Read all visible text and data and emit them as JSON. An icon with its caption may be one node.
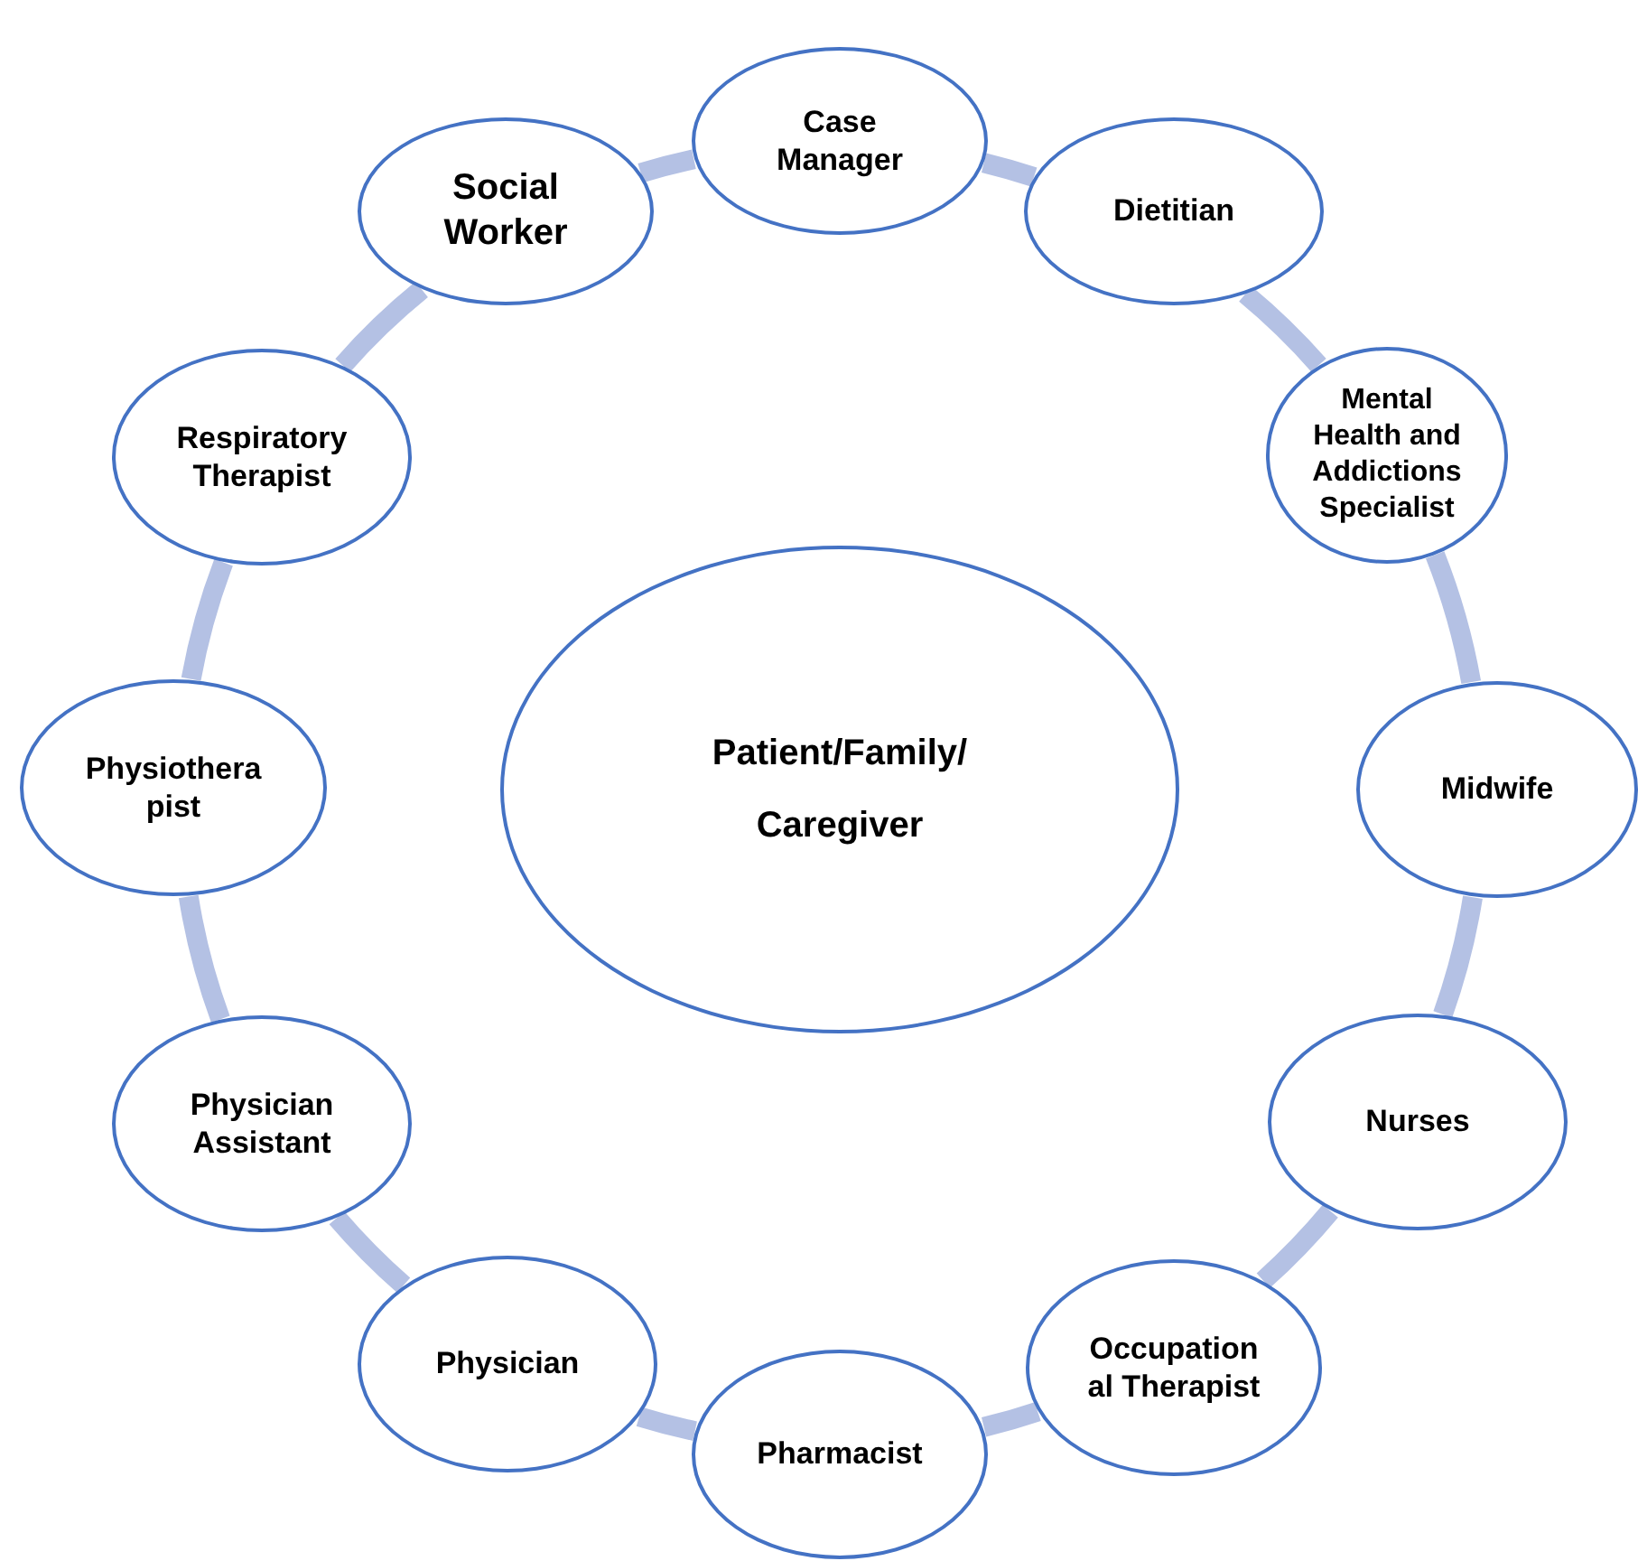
{
  "diagram": {
    "nodes": [
      {
        "text": [
          "Case Manager"
        ]
      },
      {
        "text": [
          "Dietitian"
        ]
      },
      {
        "text": [
          "Mental Health and Addictions Specialist"
        ]
      },
      {
        "text": [
          "Midwife"
        ]
      },
      {
        "text": [
          "Nurses"
        ]
      },
      {
        "text": [
          "Occupation al Therapist"
        ]
      },
      {
        "text": [
          "Pharmacist"
        ]
      },
      {
        "text": [
          "Physician"
        ]
      },
      {
        "text": [
          "Physician Assistant"
        ]
      },
      {
        "text": [
          "Physiothera pist"
        ]
      },
      {
        "text": [
          "Respiratory Therapist"
        ]
      },
      {
        "text": [
          "Social Worker"
        ]
      },
      {
        "text": [
          "Patient/Family/ Caregiver"
        ]
      }
    ],
    "edges": [
      {
        "from": 0,
        "to": 1,
        "arrow": "none"
      },
      {
        "from": 1,
        "to": 2,
        "arrow": "none"
      },
      {
        "from": 2,
        "to": 3,
        "arrow": "none"
      },
      {
        "from": 3,
        "to": 4,
        "arrow": "none"
      },
      {
        "from": 4,
        "to": 5,
        "arrow": "none"
      },
      {
        "from": 5,
        "to": 6,
        "arrow": "none"
      },
      {
        "from": 6,
        "to": 7,
        "arrow": "none"
      },
      {
        "from": 7,
        "to": 8,
        "arrow": "none"
      },
      {
        "from": 8,
        "to": 9,
        "arrow": "none"
      },
      {
        "from": 9,
        "to": 10,
        "arrow": "none"
      },
      {
        "from": 10,
        "to": 11,
        "arrow": "none"
      },
      {
        "from": 11,
        "to": 0,
        "arrow": "none"
      }
    ]
  }
}
